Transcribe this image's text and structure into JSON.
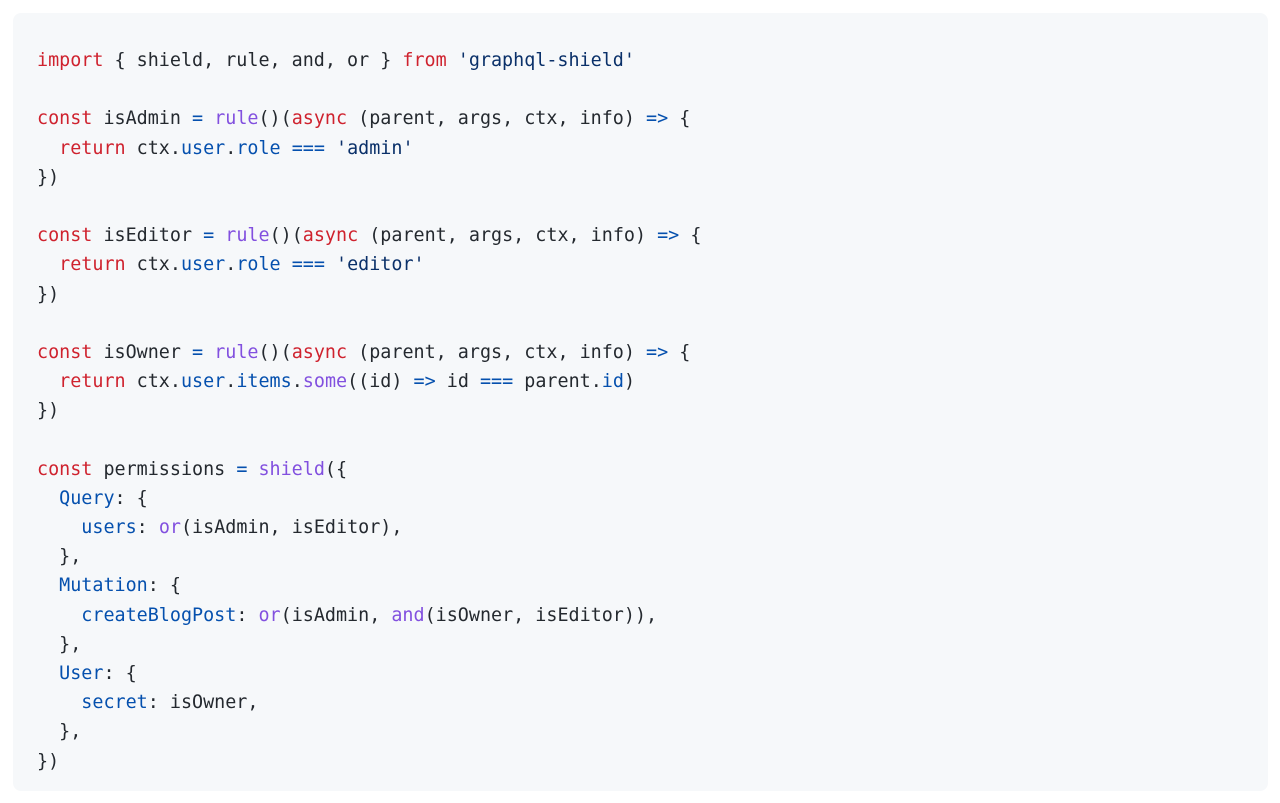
{
  "colors": {
    "background": "#ffffff",
    "code_background": "#f6f8fa",
    "keyword": "#cf222e",
    "function": "#8250df",
    "property": "#0550ae",
    "operator": "#0550ae",
    "string": "#0a3069",
    "plain": "#24292f"
  },
  "code": {
    "lines": [
      [
        [
          "kw",
          "import"
        ],
        [
          "plain",
          " { shield, rule, and, or } "
        ],
        [
          "kw",
          "from"
        ],
        [
          "plain",
          " "
        ],
        [
          "str",
          "'graphql-shield'"
        ]
      ],
      [],
      [
        [
          "kw",
          "const"
        ],
        [
          "plain",
          " isAdmin "
        ],
        [
          "op",
          "="
        ],
        [
          "plain",
          " "
        ],
        [
          "fn",
          "rule"
        ],
        [
          "plain",
          "()("
        ],
        [
          "kw",
          "async"
        ],
        [
          "plain",
          " (parent, args, ctx, info) "
        ],
        [
          "op",
          "=>"
        ],
        [
          "plain",
          " {"
        ]
      ],
      [
        [
          "plain",
          "  "
        ],
        [
          "kw",
          "return"
        ],
        [
          "plain",
          " ctx."
        ],
        [
          "prop",
          "user"
        ],
        [
          "plain",
          "."
        ],
        [
          "prop",
          "role"
        ],
        [
          "plain",
          " "
        ],
        [
          "op",
          "==="
        ],
        [
          "plain",
          " "
        ],
        [
          "str",
          "'admin'"
        ]
      ],
      [
        [
          "plain",
          "})"
        ]
      ],
      [],
      [
        [
          "kw",
          "const"
        ],
        [
          "plain",
          " isEditor "
        ],
        [
          "op",
          "="
        ],
        [
          "plain",
          " "
        ],
        [
          "fn",
          "rule"
        ],
        [
          "plain",
          "()("
        ],
        [
          "kw",
          "async"
        ],
        [
          "plain",
          " (parent, args, ctx, info) "
        ],
        [
          "op",
          "=>"
        ],
        [
          "plain",
          " {"
        ]
      ],
      [
        [
          "plain",
          "  "
        ],
        [
          "kw",
          "return"
        ],
        [
          "plain",
          " ctx."
        ],
        [
          "prop",
          "user"
        ],
        [
          "plain",
          "."
        ],
        [
          "prop",
          "role"
        ],
        [
          "plain",
          " "
        ],
        [
          "op",
          "==="
        ],
        [
          "plain",
          " "
        ],
        [
          "str",
          "'editor'"
        ]
      ],
      [
        [
          "plain",
          "})"
        ]
      ],
      [],
      [
        [
          "kw",
          "const"
        ],
        [
          "plain",
          " isOwner "
        ],
        [
          "op",
          "="
        ],
        [
          "plain",
          " "
        ],
        [
          "fn",
          "rule"
        ],
        [
          "plain",
          "()("
        ],
        [
          "kw",
          "async"
        ],
        [
          "plain",
          " (parent, args, ctx, info) "
        ],
        [
          "op",
          "=>"
        ],
        [
          "plain",
          " {"
        ]
      ],
      [
        [
          "plain",
          "  "
        ],
        [
          "kw",
          "return"
        ],
        [
          "plain",
          " ctx."
        ],
        [
          "prop",
          "user"
        ],
        [
          "plain",
          "."
        ],
        [
          "prop",
          "items"
        ],
        [
          "plain",
          "."
        ],
        [
          "fn",
          "some"
        ],
        [
          "plain",
          "((id) "
        ],
        [
          "op",
          "=>"
        ],
        [
          "plain",
          " id "
        ],
        [
          "op",
          "==="
        ],
        [
          "plain",
          " parent."
        ],
        [
          "prop",
          "id"
        ],
        [
          "plain",
          ")"
        ]
      ],
      [
        [
          "plain",
          "})"
        ]
      ],
      [],
      [
        [
          "kw",
          "const"
        ],
        [
          "plain",
          " permissions "
        ],
        [
          "op",
          "="
        ],
        [
          "plain",
          " "
        ],
        [
          "fn",
          "shield"
        ],
        [
          "plain",
          "({"
        ]
      ],
      [
        [
          "plain",
          "  "
        ],
        [
          "prop",
          "Query"
        ],
        [
          "plain",
          ": {"
        ]
      ],
      [
        [
          "plain",
          "    "
        ],
        [
          "prop",
          "users"
        ],
        [
          "plain",
          ": "
        ],
        [
          "fn",
          "or"
        ],
        [
          "plain",
          "(isAdmin, isEditor),"
        ]
      ],
      [
        [
          "plain",
          "  },"
        ]
      ],
      [
        [
          "plain",
          "  "
        ],
        [
          "prop",
          "Mutation"
        ],
        [
          "plain",
          ": {"
        ]
      ],
      [
        [
          "plain",
          "    "
        ],
        [
          "prop",
          "createBlogPost"
        ],
        [
          "plain",
          ": "
        ],
        [
          "fn",
          "or"
        ],
        [
          "plain",
          "(isAdmin, "
        ],
        [
          "fn",
          "and"
        ],
        [
          "plain",
          "(isOwner, isEditor)),"
        ]
      ],
      [
        [
          "plain",
          "  },"
        ]
      ],
      [
        [
          "plain",
          "  "
        ],
        [
          "prop",
          "User"
        ],
        [
          "plain",
          ": {"
        ]
      ],
      [
        [
          "plain",
          "    "
        ],
        [
          "prop",
          "secret"
        ],
        [
          "plain",
          ": isOwner,"
        ]
      ],
      [
        [
          "plain",
          "  },"
        ]
      ],
      [
        [
          "plain",
          "})"
        ]
      ]
    ]
  }
}
